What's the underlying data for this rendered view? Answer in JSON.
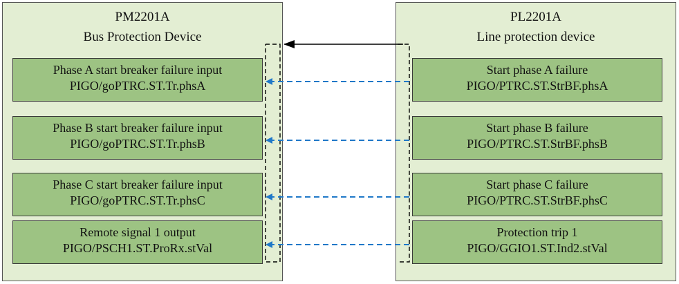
{
  "left_device": {
    "title_line1": "PM2201A",
    "title_line2": "Bus Protection Device",
    "signals": [
      {
        "name": "Phase A start breaker failure input",
        "ref": "PIGO/goPTRC.ST.Tr.phsA"
      },
      {
        "name": "Phase B start breaker failure input",
        "ref": "PIGO/goPTRC.ST.Tr.phsB"
      },
      {
        "name": "Phase C start breaker failure input",
        "ref": "PIGO/goPTRC.ST.Tr.phsC"
      },
      {
        "name": "Remote signal 1 output",
        "ref": "PIGO/PSCH1.ST.ProRx.stVal"
      }
    ]
  },
  "right_device": {
    "title_line1": "PL2201A",
    "title_line2": "Line protection device",
    "signals": [
      {
        "name": "Start phase A failure",
        "ref": "PIGO/PTRC.ST.StrBF.phsA"
      },
      {
        "name": "Start phase B failure",
        "ref": "PIGO/PTRC.ST.StrBF.phsB"
      },
      {
        "name": "Start phase C failure",
        "ref": "PIGO/PTRC.ST.StrBF.phsC"
      },
      {
        "name": "Protection trip 1",
        "ref": "PIGO/GGIO1.ST.Ind2.stVal"
      }
    ]
  },
  "colors": {
    "device_fill": "#e3eed3",
    "signal_fill": "#9dc383",
    "mapping_arrow": "#1f78c8",
    "link_arrow": "#000000"
  }
}
